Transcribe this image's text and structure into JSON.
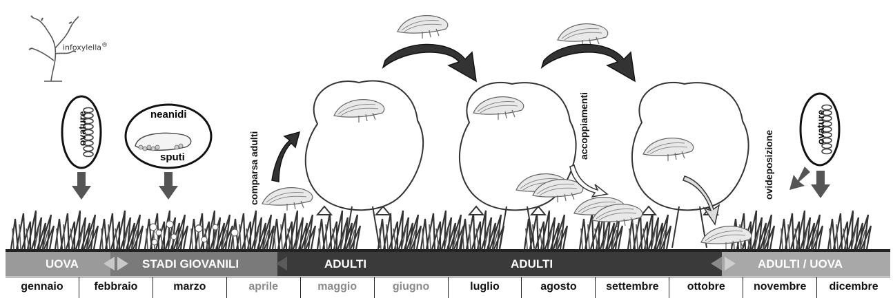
{
  "logo": {
    "text": "infoxylella",
    "reg": "®"
  },
  "labels": {
    "ovature_left": "ovature",
    "neanidi": "neanidi",
    "sputi": "sputi",
    "comparsa_adulti": "comparsa adulti",
    "accoppiamenti": "accoppiamenti",
    "ovideposizione": "ovideposizione",
    "ovature_right": "ovature"
  },
  "stages": [
    {
      "label": "UOVA",
      "color": "#9a9a9a"
    },
    {
      "label": "STADI GIOVANILI",
      "color": "#7a7a7a"
    },
    {
      "label": "ADULTI",
      "color": "#3a3a3a"
    },
    {
      "label": "ADULTI",
      "color": "#3a3a3a"
    },
    {
      "label": "ADULTI / UOVA",
      "color": "#a8a8a8"
    }
  ],
  "months": [
    "gennaio",
    "febbraio",
    "marzo",
    "aprile",
    "maggio",
    "giugno",
    "luglio",
    "agosto",
    "settembre",
    "ottobre",
    "novembre",
    "dicembre"
  ]
}
